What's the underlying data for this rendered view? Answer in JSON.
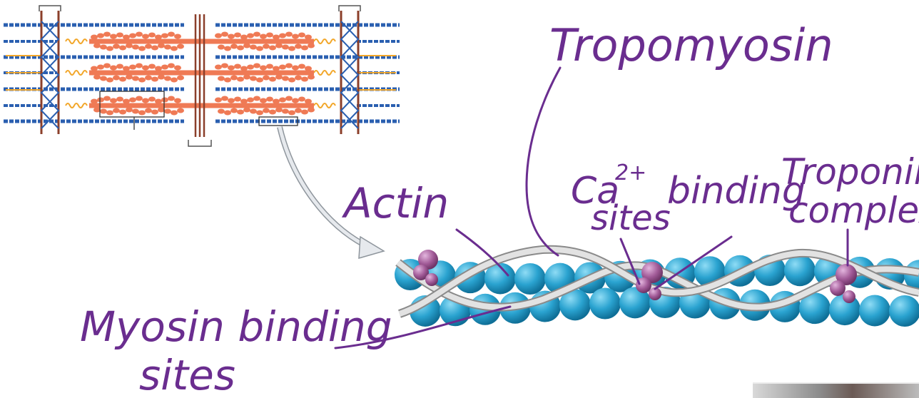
{
  "colors": {
    "ink": "#6a2d8f",
    "actin": "#2aa3d0",
    "actin_dark": "#0f6f97",
    "tropomyosin": "#d9d9d9",
    "troponin": "#a15a97",
    "myosin": "#ef7a55",
    "thin_filament": "#2a5fb0",
    "titin": "#f2a72a",
    "z_line": "#8b3f2a"
  },
  "labels": {
    "tropomyosin": "Tropomyosin",
    "actin": "Actin",
    "calcium_line1_base": "Ca",
    "calcium_superscript": "2+",
    "calcium_line1_rest": "binding",
    "calcium_line2": "sites",
    "troponin_line1": "Troponin",
    "troponin_line2": "complex",
    "myosin_line1": "Myosin binding",
    "myosin_line2": "sites"
  },
  "icons": {
    "video_thumbnail": "presenter-webcam-thumbnail"
  }
}
